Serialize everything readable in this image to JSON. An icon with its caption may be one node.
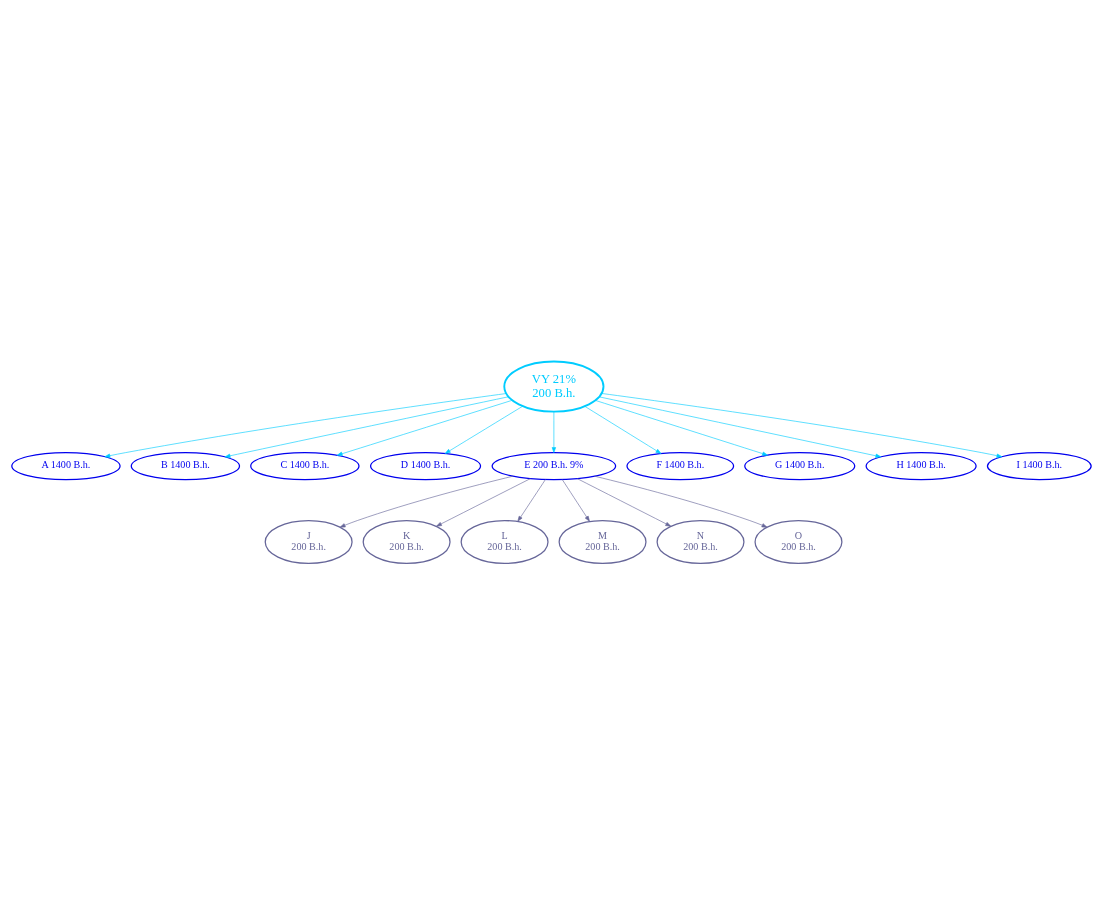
{
  "diagram": {
    "nodes": [
      {
        "text": [
          "VY 21%",
          "200 B.h."
        ]
      },
      {
        "text": [
          "A 1400 B.h."
        ]
      },
      {
        "text": [
          "B 1400 B.h."
        ]
      },
      {
        "text": [
          "C 1400 B.h."
        ]
      },
      {
        "text": [
          "D 1400 B.h."
        ]
      },
      {
        "text": [
          "E 200 B.h. 9%"
        ]
      },
      {
        "text": [
          "F 1400 B.h."
        ]
      },
      {
        "text": [
          "G 1400 B.h."
        ]
      },
      {
        "text": [
          "H 1400 B.h."
        ]
      },
      {
        "text": [
          "I 1400 B.h."
        ]
      },
      {
        "text": [
          "J",
          "200 B.h."
        ]
      },
      {
        "text": [
          "K",
          "200 B.h."
        ]
      },
      {
        "text": [
          "L",
          "200 B.h."
        ]
      },
      {
        "text": [
          "M",
          "200 B.h."
        ]
      },
      {
        "text": [
          "N",
          "200 B.h."
        ]
      },
      {
        "text": [
          "O",
          "200 B.h."
        ]
      }
    ],
    "edges": [
      {
        "from": 0,
        "to": 1,
        "arrow": "to"
      },
      {
        "from": 0,
        "to": 2,
        "arrow": "to"
      },
      {
        "from": 0,
        "to": 3,
        "arrow": "to"
      },
      {
        "from": 0,
        "to": 4,
        "arrow": "to"
      },
      {
        "from": 0,
        "to": 5,
        "arrow": "to"
      },
      {
        "from": 0,
        "to": 6,
        "arrow": "to"
      },
      {
        "from": 0,
        "to": 7,
        "arrow": "to"
      },
      {
        "from": 0,
        "to": 8,
        "arrow": "to"
      },
      {
        "from": 0,
        "to": 9,
        "arrow": "to"
      },
      {
        "from": 5,
        "to": 10,
        "arrow": "to",
        "color": "#666699"
      },
      {
        "from": 5,
        "to": 11,
        "arrow": "to",
        "color": "#666699"
      },
      {
        "from": 5,
        "to": 12,
        "arrow": "to",
        "color": "#666699"
      },
      {
        "from": 5,
        "to": 13,
        "arrow": "to",
        "color": "#666699"
      },
      {
        "from": 5,
        "to": 14,
        "arrow": "to",
        "color": "#666699"
      },
      {
        "from": 5,
        "to": 15,
        "arrow": "to",
        "color": "#666699"
      }
    ]
  }
}
